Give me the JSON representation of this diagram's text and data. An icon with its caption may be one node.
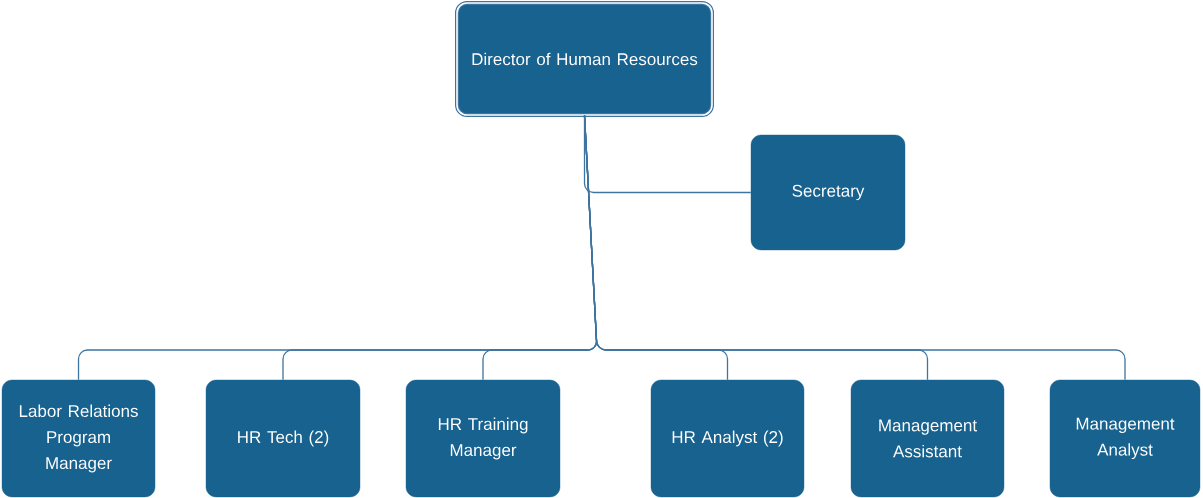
{
  "diagram": {
    "nodes": [
      {
        "text": [
          "Director of Human Resources"
        ]
      },
      {
        "text": [
          "Secretary"
        ]
      },
      {
        "text": [
          "Labor Relations Program Manager"
        ]
      },
      {
        "text": [
          "HR Tech (2)"
        ]
      },
      {
        "text": [
          "HR Training Manager"
        ]
      },
      {
        "text": [
          "HR Analyst (2)"
        ]
      },
      {
        "text": [
          "Management Assistant"
        ]
      },
      {
        "text": [
          "Management Analyst"
        ]
      }
    ],
    "edges": [
      {
        "from": 0,
        "to": 1,
        "arrow": "none"
      },
      {
        "from": 0,
        "to": 2,
        "arrow": "none"
      },
      {
        "from": 0,
        "to": 3,
        "arrow": "none"
      },
      {
        "from": 0,
        "to": 4,
        "arrow": "none"
      },
      {
        "from": 0,
        "to": 5,
        "arrow": "none"
      },
      {
        "from": 0,
        "to": 6,
        "arrow": "none"
      },
      {
        "from": 0,
        "to": 7,
        "arrow": "none"
      }
    ]
  }
}
